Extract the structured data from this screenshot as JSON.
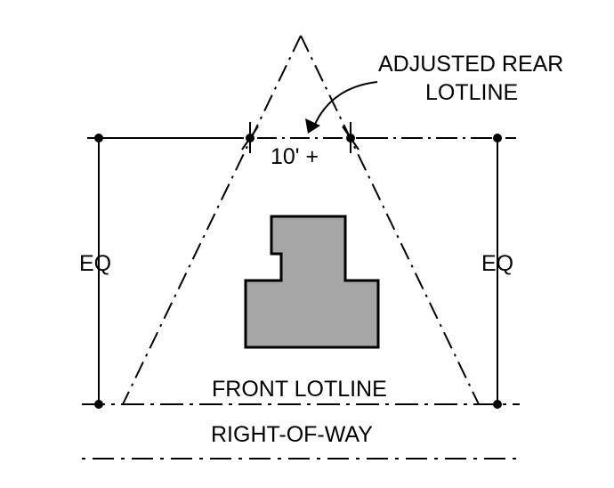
{
  "labels": {
    "adjusted_rear_line1": "ADJUSTED REAR",
    "adjusted_rear_line2": "LOTLINE",
    "dimension": "10' +",
    "eq_left": "EQ",
    "eq_right": "EQ",
    "front_lotline": "FRONT LOTLINE",
    "right_of_way": "RIGHT-OF-WAY"
  },
  "colors": {
    "line": "#000000",
    "building_fill": "#a6a6a6",
    "background": "#ffffff"
  }
}
